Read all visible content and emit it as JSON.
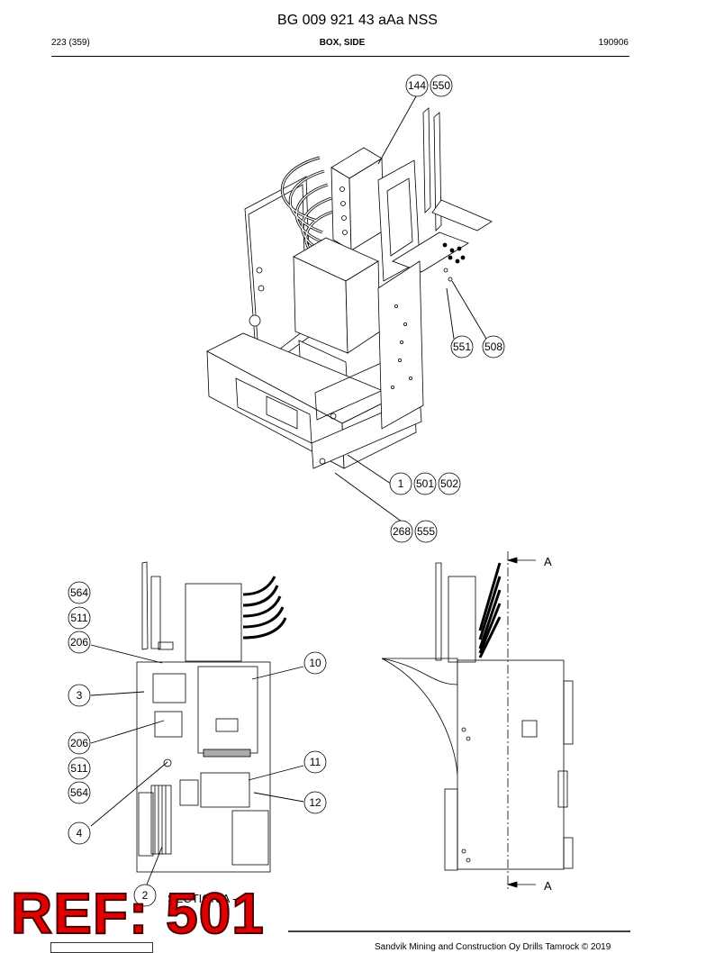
{
  "header": {
    "title": "BG 009 921 43 aAa NSS",
    "page": "223 (359)",
    "section": "BOX, SIDE",
    "date": "190906"
  },
  "callouts_top": [
    "144",
    "550",
    "551",
    "508",
    "1",
    "501",
    "502",
    "268",
    "555"
  ],
  "callouts_left": [
    "564",
    "511",
    "206",
    "3",
    "206",
    "511",
    "564",
    "4",
    "2",
    "10",
    "11",
    "12"
  ],
  "section_marks": {
    "top": "A",
    "bottom": "A"
  },
  "section_label": "SECTION A - A",
  "ref_stamp": "REF: 501",
  "footer": {
    "copyright": "Sandvik Mining and Construction Oy Drills Tamrock © 2019"
  }
}
